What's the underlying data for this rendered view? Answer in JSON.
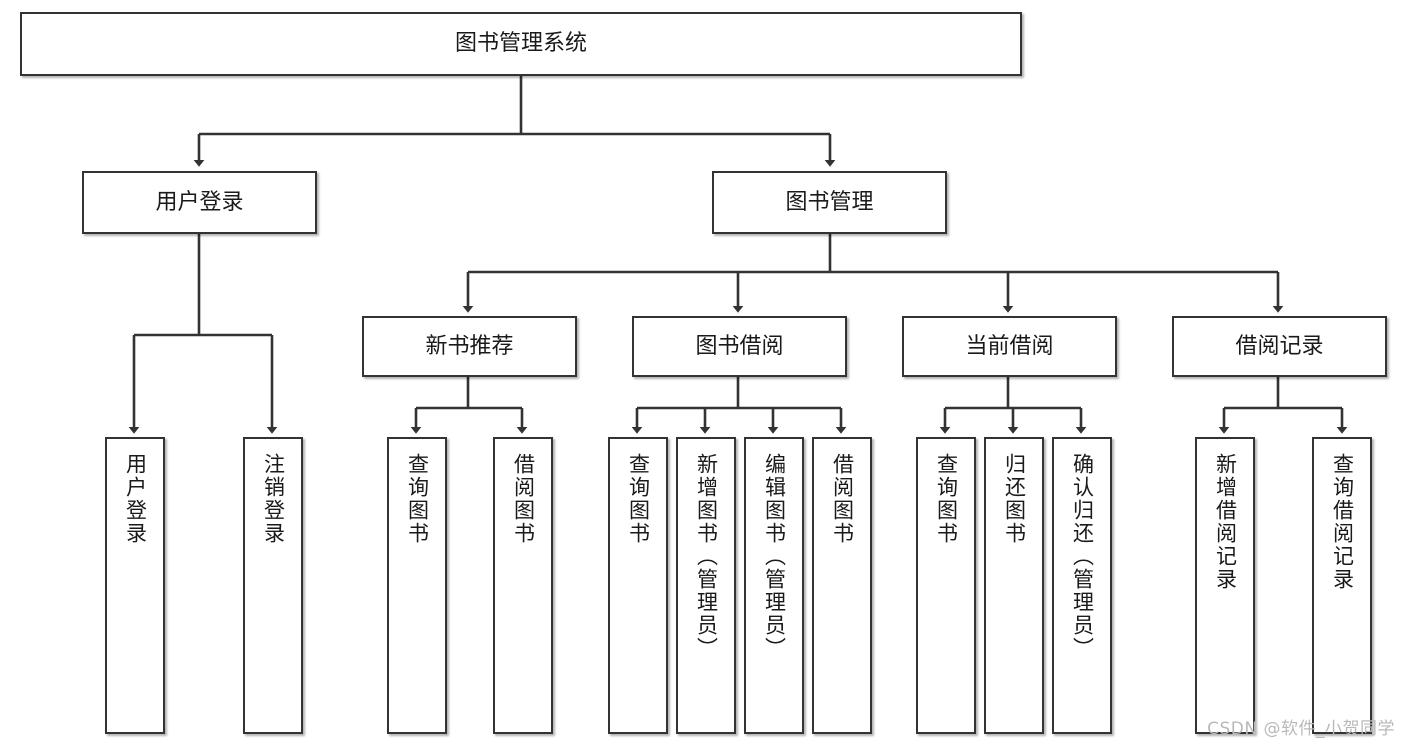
{
  "diagram": {
    "title": "图书管理系统",
    "type": "tree",
    "watermark": "CSDN @软件_小贺同学",
    "colors": {
      "box_border": "#333333",
      "box_fill": "#ffffff",
      "edge": "#333333",
      "text": "#1a1a1a",
      "watermark": "#b9b9b9",
      "background": "#ffffff"
    },
    "nodes": {
      "root": {
        "label": "图书管理系统",
        "level": 1,
        "orientation": "horizontal"
      },
      "l2": [
        {
          "id": "user-login",
          "label": "用户登录",
          "level": 2,
          "orientation": "horizontal"
        },
        {
          "id": "book-manage",
          "label": "图书管理",
          "level": 2,
          "orientation": "horizontal"
        }
      ],
      "l3": [
        {
          "id": "new-book-rec",
          "label": "新书推荐",
          "level": 3,
          "orientation": "horizontal",
          "parent": "book-manage"
        },
        {
          "id": "book-borrow",
          "label": "图书借阅",
          "level": 3,
          "orientation": "horizontal",
          "parent": "book-manage"
        },
        {
          "id": "current-borrow",
          "label": "当前借阅",
          "level": 3,
          "orientation": "horizontal",
          "parent": "book-manage"
        },
        {
          "id": "borrow-record",
          "label": "借阅记录",
          "level": 3,
          "orientation": "horizontal",
          "parent": "book-manage"
        }
      ],
      "leaves": [
        {
          "id": "leaf-user-login",
          "label": "用户登录",
          "parent": "user-login",
          "orientation": "vertical"
        },
        {
          "id": "leaf-logout",
          "label": "注销登录",
          "parent": "user-login",
          "orientation": "vertical"
        },
        {
          "id": "leaf-query-book-1",
          "label": "查询图书",
          "parent": "new-book-rec",
          "orientation": "vertical"
        },
        {
          "id": "leaf-borrow-book-1",
          "label": "借阅图书",
          "parent": "new-book-rec",
          "orientation": "vertical"
        },
        {
          "id": "leaf-query-book-2",
          "label": "查询图书",
          "parent": "book-borrow",
          "orientation": "vertical"
        },
        {
          "id": "leaf-add-book",
          "label": "新增图书（管理员）",
          "parent": "book-borrow",
          "orientation": "vertical"
        },
        {
          "id": "leaf-edit-book",
          "label": "编辑图书（管理员）",
          "parent": "book-borrow",
          "orientation": "vertical"
        },
        {
          "id": "leaf-borrow-book-2",
          "label": "借阅图书",
          "parent": "book-borrow",
          "orientation": "vertical"
        },
        {
          "id": "leaf-query-book-3",
          "label": "查询图书",
          "parent": "current-borrow",
          "orientation": "vertical"
        },
        {
          "id": "leaf-return-book",
          "label": "归还图书",
          "parent": "current-borrow",
          "orientation": "vertical"
        },
        {
          "id": "leaf-confirm-return",
          "label": "确认归还（管理员）",
          "parent": "current-borrow",
          "orientation": "vertical"
        },
        {
          "id": "leaf-add-record",
          "label": "新增借阅记录",
          "parent": "borrow-record",
          "orientation": "vertical"
        },
        {
          "id": "leaf-query-record",
          "label": "查询借阅记录",
          "parent": "borrow-record",
          "orientation": "vertical"
        }
      ]
    }
  }
}
